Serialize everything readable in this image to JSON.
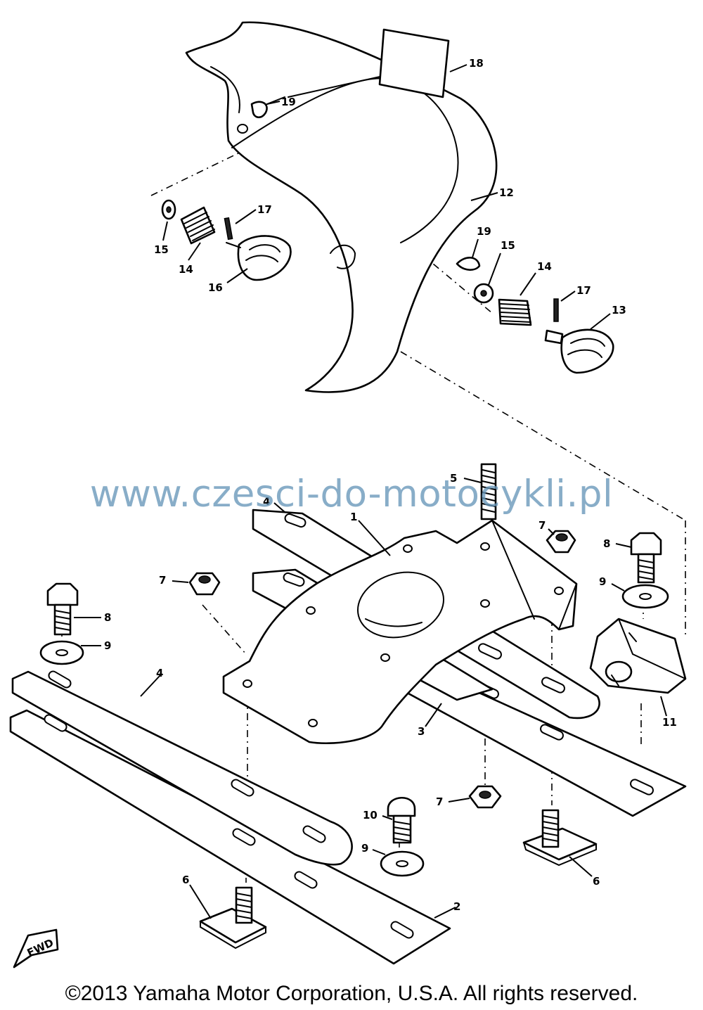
{
  "callouts": {
    "c18": "18",
    "c19a": "19",
    "c12": "12",
    "c17a": "17",
    "c15a": "15",
    "c14a": "14",
    "c16": "16",
    "c19b": "19",
    "c15b": "15",
    "c14b": "14",
    "c17b": "17",
    "c13": "13",
    "c5": "5",
    "c4a": "4",
    "c1": "1",
    "c7a": "7",
    "c8a": "8",
    "c9a": "9",
    "c7b": "7",
    "c8b": "8",
    "c9b": "9",
    "c4b": "4",
    "c11": "11",
    "c3": "3",
    "c7c": "7",
    "c10": "10",
    "c9c": "9",
    "c6a": "6",
    "c6b": "6",
    "c2": "2",
    "fwd": "FWD"
  },
  "watermark": "www.czesci-do-motocykli.pl",
  "copyright": "©2013 Yamaha Motor Corporation, U.S.A. All rights reserved."
}
